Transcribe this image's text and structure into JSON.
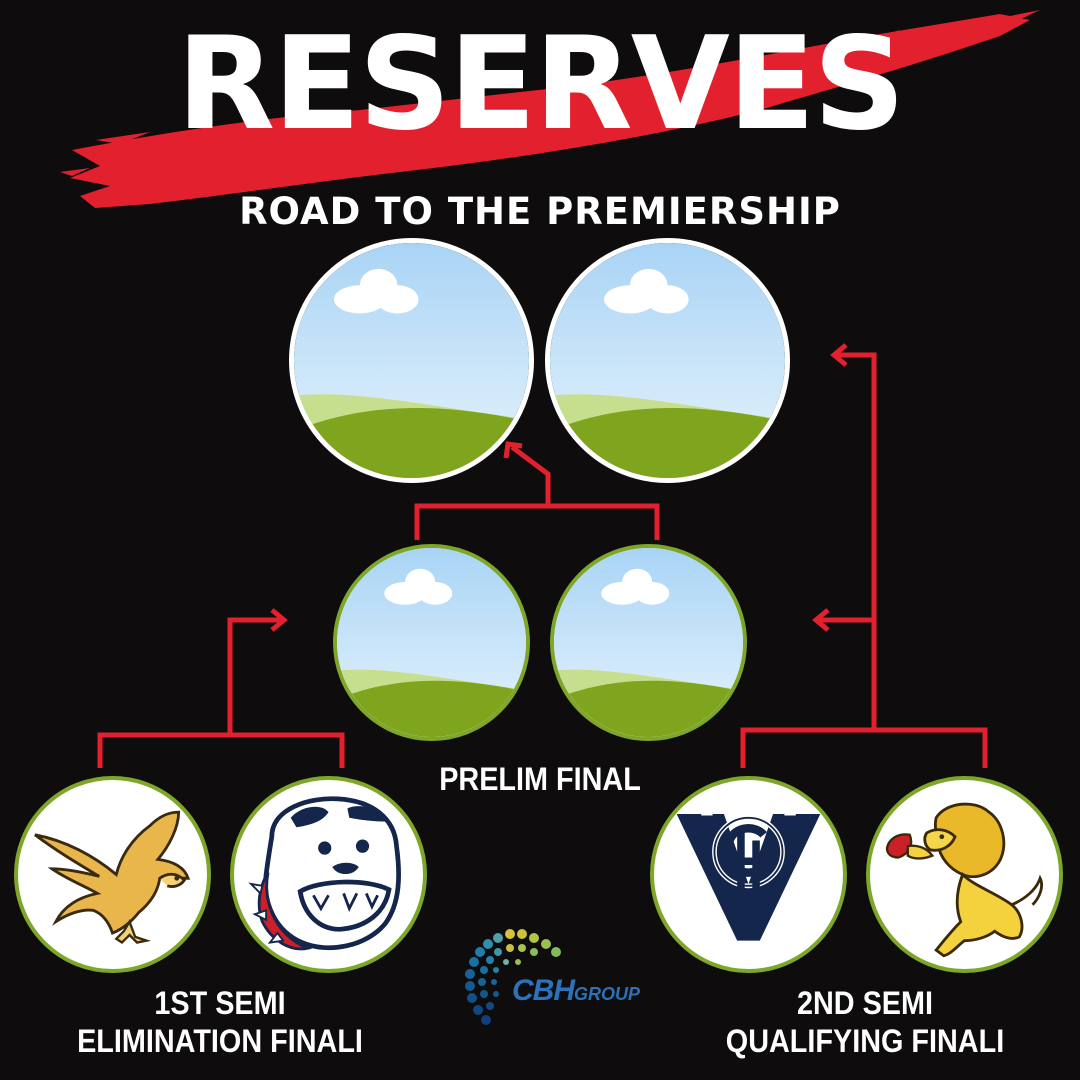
{
  "title": "RESERVES",
  "subtitle": "ROAD TO THE PREMIERSHIP",
  "labels": {
    "prelim": "PRELIM FINAL",
    "semi1_line1": "1ST SEMI",
    "semi1_line2": "ELIMINATION FINALI",
    "semi2_line1": "2ND SEMI",
    "semi2_line2": "QUALIFYING FINALI"
  },
  "sponsor": {
    "brand": "CBH",
    "suffix": "GROUP"
  },
  "colors": {
    "background": "#0e0c0c",
    "accent_red": "#e3202e",
    "text": "#ffffff",
    "ring_green": "#7ea72a",
    "navy": "#15264d",
    "gold": "#f2c318"
  },
  "icons": {
    "grand_final_slots": [
      "placeholder-landscape-icon",
      "placeholder-landscape-icon"
    ],
    "prelim_slots": [
      "placeholder-landscape-icon",
      "placeholder-landscape-icon"
    ],
    "semi1_teams": [
      "eagle-logo-icon",
      "bulldog-logo-icon"
    ],
    "semi2_teams": [
      "vfc-monogram-logo-icon",
      "lion-logo-icon"
    ]
  }
}
